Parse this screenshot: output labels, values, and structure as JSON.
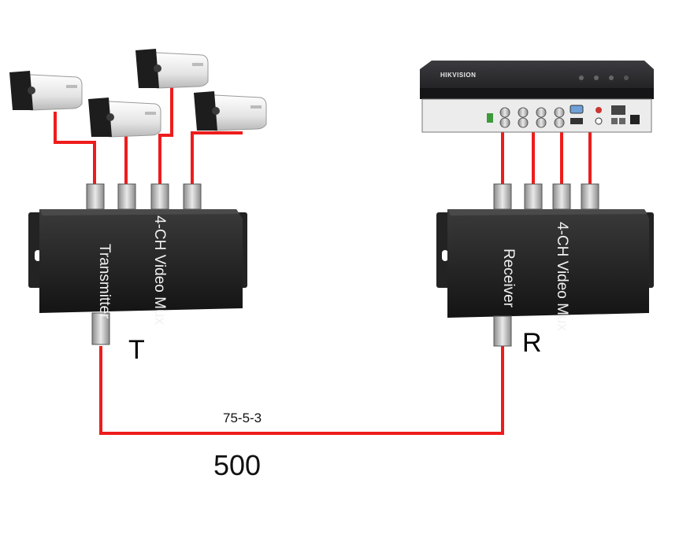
{
  "transmitter": {
    "side_label": "Transmitter",
    "title": "4-CH Video Mux",
    "end_letter": "T"
  },
  "receiver": {
    "side_label": "Receiver",
    "title": "4-CH Video Mux",
    "end_letter": "R"
  },
  "dvr": {
    "brand": "HIKVISION"
  },
  "cable": {
    "type": "75-5-3",
    "length": "500"
  },
  "colors": {
    "wire": "#ee1c1c",
    "device_body": "#1f1f1f",
    "dvr_body": "#2a2a2c"
  },
  "cameras": [
    {
      "id": "camera-1"
    },
    {
      "id": "camera-2"
    },
    {
      "id": "camera-3"
    },
    {
      "id": "camera-4"
    }
  ]
}
